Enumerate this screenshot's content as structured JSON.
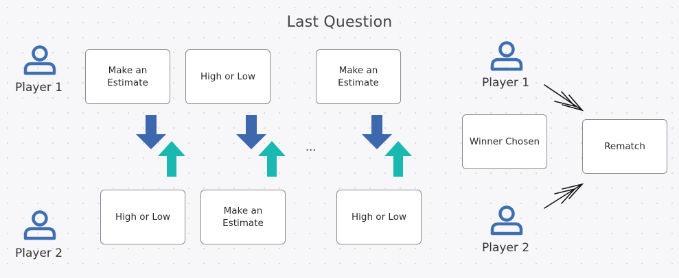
{
  "title": "Last Question",
  "players": {
    "p1": "Player 1",
    "p2": "Player 2"
  },
  "top_row": [
    "Make an\nEstimate",
    "High or Low",
    "Make an\nEstimate"
  ],
  "bottom_row": [
    "High or Low",
    "Make an\nEstimate",
    "High or Low"
  ],
  "ellipsis": "...",
  "winner": "Winner Chosen",
  "rematch": "Rematch",
  "colors": {
    "user_icon": "#3f6fb1",
    "arrow_down": "#3e68ad",
    "arrow_up": "#19b8b0"
  },
  "icons": [
    "user-icon",
    "arrow-down-icon",
    "arrow-up-icon"
  ]
}
